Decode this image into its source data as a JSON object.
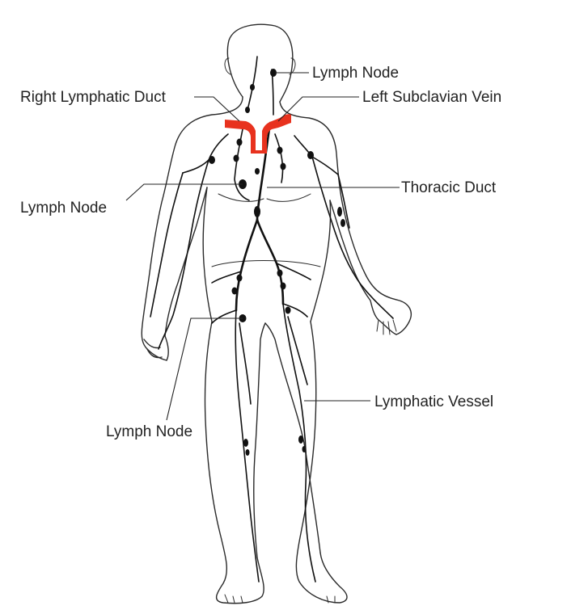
{
  "labels": {
    "lymph_node_neck": "Lymph Node",
    "right_lymphatic_duct": "Right Lymphatic Duct",
    "left_subclavian_vein": "Left Subclavian Vein",
    "thoracic_duct": "Thoracic Duct",
    "lymph_node_chest": "Lymph Node",
    "lymph_node_groin": "Lymph Node",
    "lymphatic_vessel": "Lymphatic Vessel"
  },
  "colors": {
    "subclavian_vein": "#e8321e",
    "vessels": "#111111",
    "outline": "#2a2a2a"
  }
}
